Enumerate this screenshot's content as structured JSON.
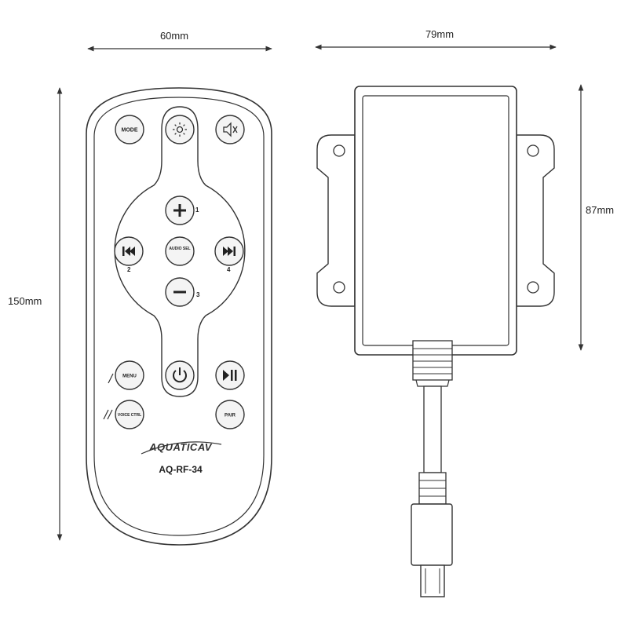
{
  "dimensions": {
    "remote_width": "60mm",
    "remote_height": "150mm",
    "receiver_width": "79mm",
    "receiver_height": "87mm"
  },
  "remote": {
    "brand": "AQUATICAV",
    "model": "AQ-RF-34",
    "buttons": {
      "mode": "MODE",
      "light_icon": "sun-icon",
      "mute_icon": "mute-icon",
      "plus_icon": "plus-icon",
      "minus_icon": "minus-icon",
      "prev_icon": "prev-track-icon",
      "next_icon": "next-track-icon",
      "center": "AUDIO SEL",
      "power_icon": "power-icon",
      "play_pause_icon": "play-pause-icon",
      "left_upper": "MENU",
      "left_lower": "VOICE CTRL",
      "right_lower": "PAIR"
    },
    "numbers": {
      "n1": "1",
      "n2": "2",
      "n3": "3",
      "n4": "4"
    }
  },
  "colors": {
    "line": "#333333",
    "button_fill": "#f4f4f4"
  }
}
